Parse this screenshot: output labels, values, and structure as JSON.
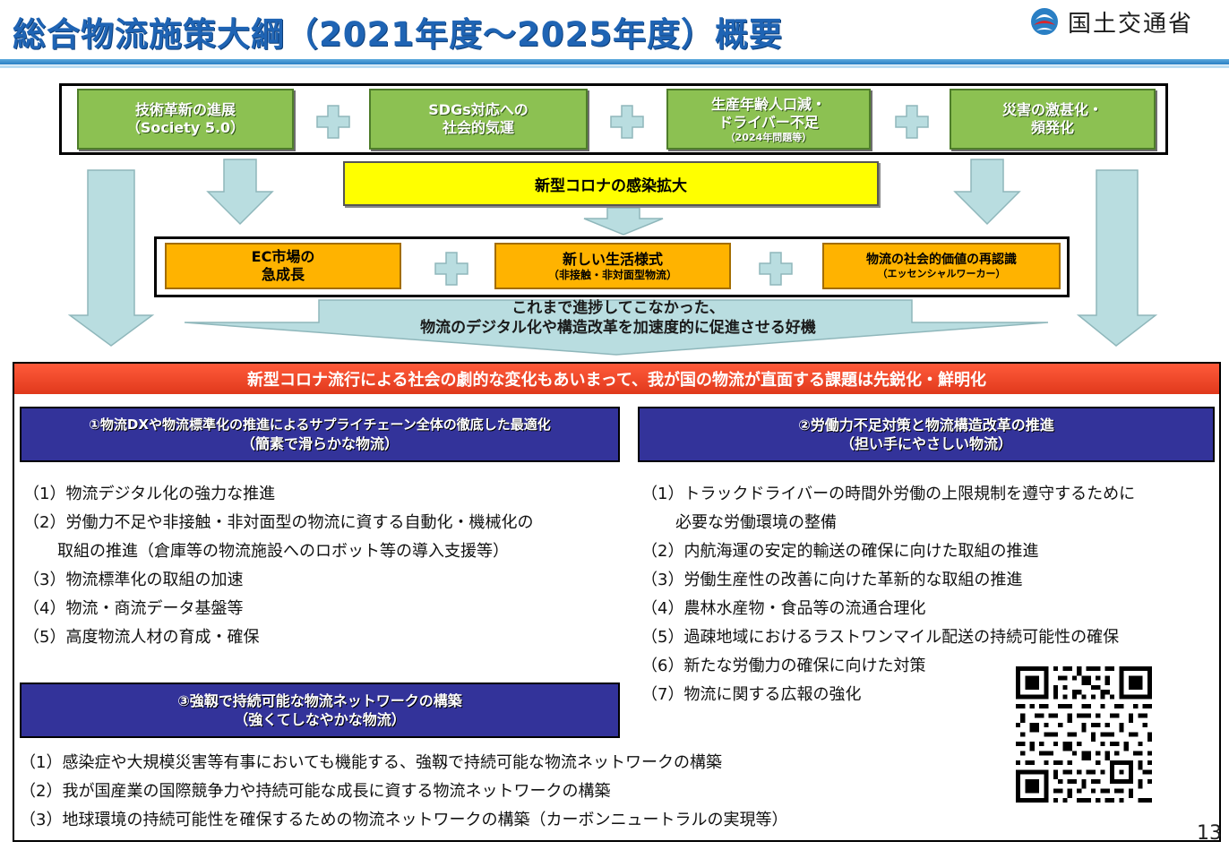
{
  "header": {
    "title": "総合物流施策大綱（2021年度～2025年度）概要",
    "ministry": "国土交通省"
  },
  "drivers": [
    {
      "line1": "技術革新の進展",
      "line2": "（Society 5.0）",
      "note": ""
    },
    {
      "line1": "SDGs対応への",
      "line2": "社会的気運",
      "note": ""
    },
    {
      "line1": "生産年齢人口減・",
      "line2": "ドライバー不足",
      "note": "（2024年問題等）"
    },
    {
      "line1": "災害の激甚化・",
      "line2": "頻発化",
      "note": ""
    }
  ],
  "corona": "新型コロナの感染拡大",
  "changes": [
    {
      "line1": "EC市場の",
      "line2": "急成長"
    },
    {
      "line1": "新しい生活様式",
      "line2": "（非接触・非対面型物流）"
    },
    {
      "line1": "物流の社会的価値の再認識",
      "line2": "（エッセンシャルワーカー）"
    }
  ],
  "opportunity": {
    "line1": "これまで進捗してこなかった、",
    "line2": "物流のデジタル化や構造改革を加速度的に促進させる好機"
  },
  "banner": "新型コロナ流行による社会の劇的な変化もあいまって、我が国の物流が直面する課題は先鋭化・鮮明化",
  "pillars": [
    {
      "title": "①物流DXや物流標準化の推進によるサプライチェーン全体の徹底した最適化",
      "subtitle": "（簡素で滑らかな物流）",
      "items": [
        "（1）物流デジタル化の強力な推進",
        "（2）労働力不足や非接触・非対面型の物流に資する自動化・機械化の",
        "取組の推進（倉庫等の物流施設へのロボット等の導入支援等）",
        "（3）物流標準化の取組の加速",
        "（4）物流・商流データ基盤等",
        "（5）高度物流人材の育成・確保"
      ]
    },
    {
      "title": "②労働力不足対策と物流構造改革の推進",
      "subtitle": "（担い手にやさしい物流）",
      "items": [
        "（1）トラックドライバーの時間外労働の上限規制を遵守するために",
        "必要な労働環境の整備",
        "（2）内航海運の安定的輸送の確保に向けた取組の推進",
        "（3）労働生産性の改善に向けた革新的な取組の推進",
        "（4）農林水産物・食品等の流通合理化",
        "（5）過疎地域におけるラストワンマイル配送の持続可能性の確保",
        "（6）新たな労働力の確保に向けた対策",
        "（7）物流に関する広報の強化"
      ]
    },
    {
      "title": "③強靱で持続可能な物流ネットワークの構築",
      "subtitle": "（強くてしなやかな物流）",
      "items": [
        "（1）感染症や大規模災害等有事においても機能する、強靱で持続可能な物流ネットワークの構築",
        "（2）我が国産業の国際競争力や持続可能な成長に資する物流ネットワークの構築",
        "（3）地球環境の持続可能性を確保するための物流ネットワークの構築（カーボンニュートラルの実現等）"
      ]
    }
  ],
  "page_number": "13",
  "colors": {
    "title": "#1f64b4",
    "driver_box": "#8cc152",
    "corona_box": "#ffff00",
    "change_box": "#ffb300",
    "banner": "#e0391c",
    "pillar": "#33339a",
    "arrow": "#b9dde0"
  }
}
